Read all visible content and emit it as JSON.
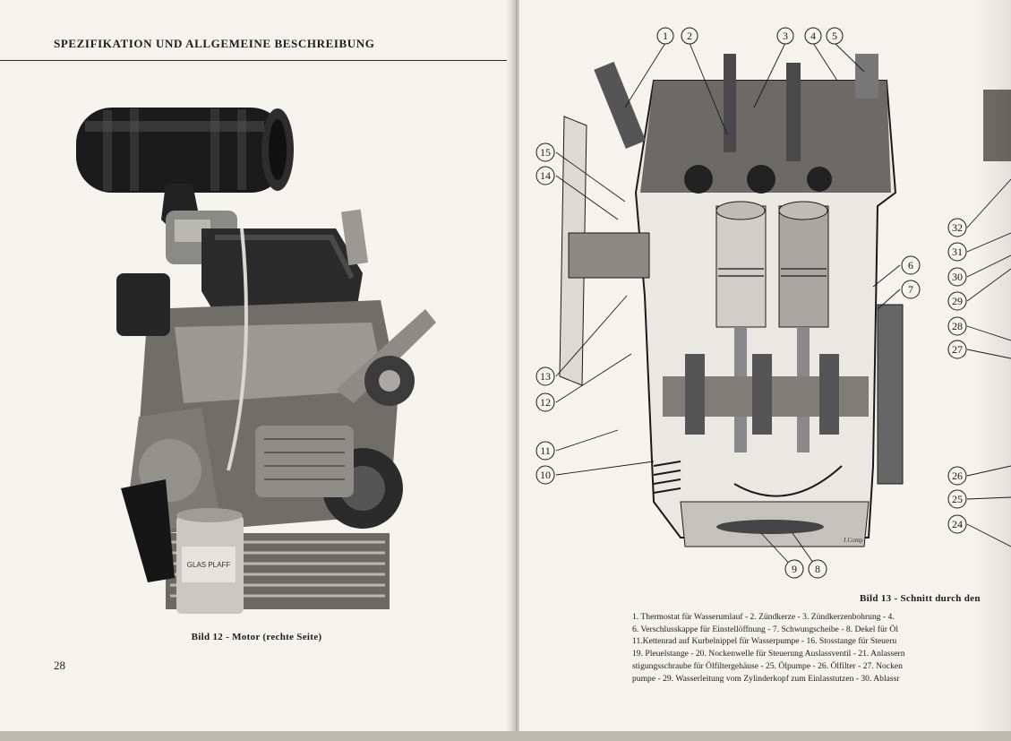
{
  "left_page": {
    "header": "SPEZIFIKATION UND ALLGEMEINE BESCHREIBUNG",
    "caption": "Bild 12 - Motor (rechte Seite)",
    "page_number": "28",
    "oil_filter_label": [
      "GLAS PLAFF"
    ]
  },
  "right_page": {
    "callouts_top": [
      "1",
      "2",
      "3",
      "4",
      "5"
    ],
    "callouts_left": [
      "15",
      "14",
      "13",
      "12",
      "11",
      "10"
    ],
    "callouts_right": [
      "6",
      "7"
    ],
    "callouts_bottom": [
      "9",
      "8"
    ],
    "callouts_far_right": [
      "32",
      "31",
      "30",
      "29",
      "28",
      "27",
      "26",
      "25",
      "24"
    ],
    "artist_mark": "J.Comp",
    "caption": "Bild 13 - Schnitt durch den",
    "legend_lines": [
      "1. Thermostat für Wasserumlauf - 2. Zündkerze - 3. Zündkerzenbohrung - 4.",
      "6. Verschlusskappe für Einstellöffnung - 7. Schwungscheibe - 8. Dekel für Öl",
      "11.Kettenrad auf Kurbelnippel für Wasserpumpe - 16. Stosstange für Steueru",
      "19. Pleuelstange - 20. Nockenwelle für Steuerung Auslassventil - 21. Anlassern",
      "stigungsschraube für Ölfiltergehäuse - 25. Ölpumpe - 26. Ölfilter - 27. Nocken",
      "pumpe - 29. Wasserleitung vom Zylinderkopf zum Einlasstutzen - 30. Ablassr"
    ]
  }
}
